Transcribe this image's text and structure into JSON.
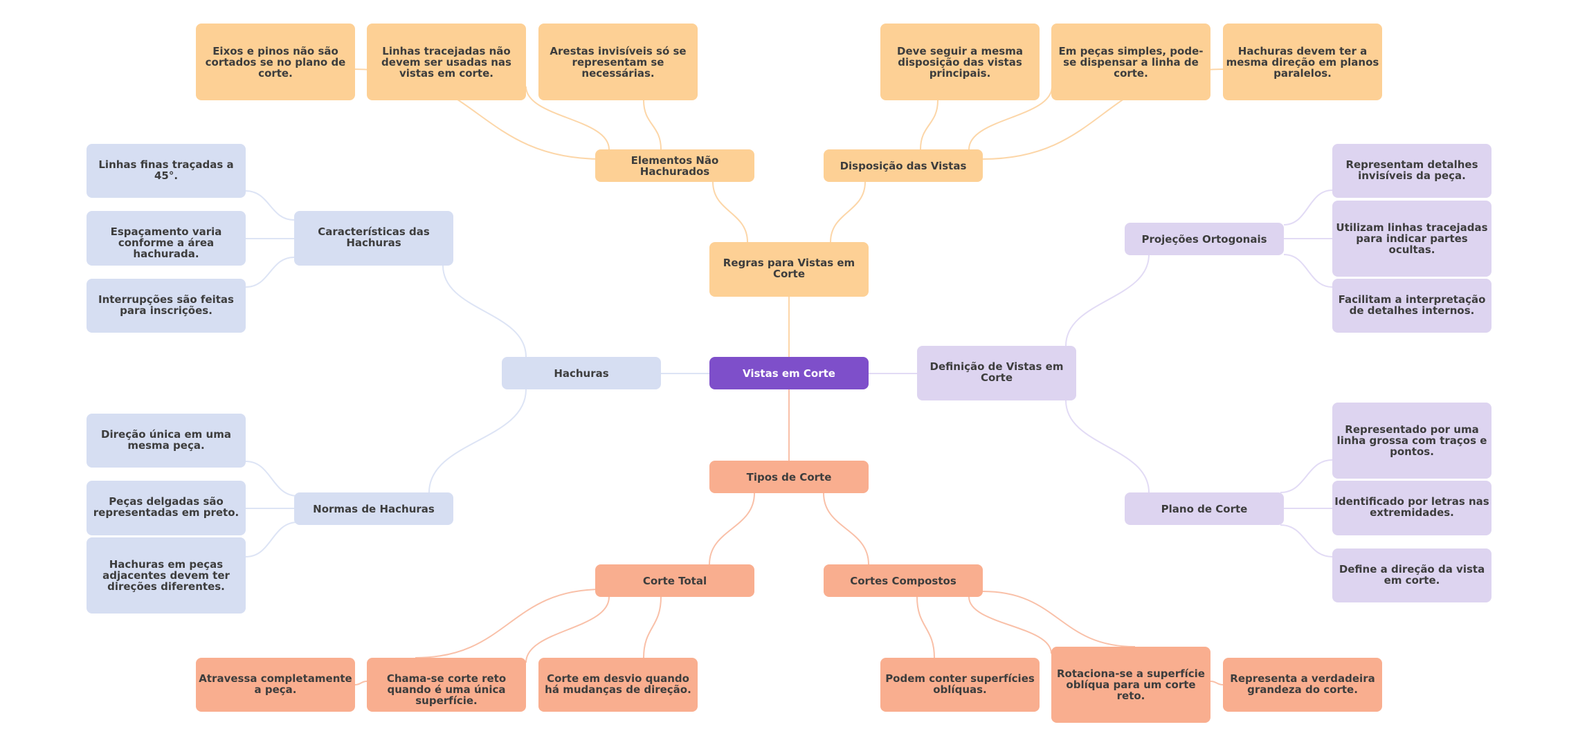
{
  "title": "Vistas em Corte",
  "colors": {
    "root": "#7e4fca",
    "regras": "#fdd095",
    "hachuras": "#d6def2",
    "definicao": "#ddd4f0",
    "tipos": "#f9ae8f",
    "edge_regras": "#fcd6a8",
    "edge_hachuras": "#dde4f5",
    "edge_definicao": "#e2dbf5",
    "edge_tipos": "#f9c0a8",
    "text": "#3d3d3d"
  },
  "root": {
    "label": "Vistas em Corte"
  },
  "branches": {
    "regras": {
      "label": "Regras para Vistas em Corte",
      "children": {
        "elementos": {
          "label": "Elementos Não Hachurados",
          "leaves": [
            "Eixos e pinos não são cortados se no plano de corte.",
            "Linhas tracejadas não devem ser usadas nas vistas em corte.",
            "Arestas invisíveis só se representam se necessárias."
          ]
        },
        "disposicao": {
          "label": "Disposição das Vistas",
          "leaves": [
            "Deve seguir a mesma disposição das vistas principais.",
            "Em peças simples, pode-se dispensar a linha de corte.",
            "Hachuras devem ter a mesma direção em planos paralelos."
          ]
        }
      }
    },
    "hachuras": {
      "label": "Hachuras",
      "children": {
        "caracteristicas": {
          "label": "Características das Hachuras",
          "leaves": [
            "Linhas finas traçadas a 45°.",
            "Espaçamento varia conforme a área hachurada.",
            "Interrupções são feitas para inscrições."
          ]
        },
        "normas": {
          "label": "Normas de Hachuras",
          "leaves": [
            "Direção única em uma mesma peça.",
            "Peças delgadas são representadas em preto.",
            "Hachuras em peças adjacentes devem ter direções diferentes."
          ]
        }
      }
    },
    "definicao": {
      "label": "Definição de Vistas em Corte",
      "children": {
        "projecoes": {
          "label": "Projeções Ortogonais",
          "leaves": [
            "Representam detalhes invisíveis da peça.",
            "Utilizam linhas tracejadas para indicar partes ocultas.",
            "Facilitam a interpretação de detalhes internos."
          ]
        },
        "plano": {
          "label": "Plano de Corte",
          "leaves": [
            "Representado por uma linha grossa com traços e pontos.",
            "Identificado por letras nas extremidades.",
            "Define a direção da vista em corte."
          ]
        }
      }
    },
    "tipos": {
      "label": "Tipos de Corte",
      "children": {
        "total": {
          "label": "Corte Total",
          "leaves": [
            "Atravessa completamente a peça.",
            "Chama-se corte reto quando é uma única superfície.",
            "Corte em desvio quando há mudanças de direção."
          ]
        },
        "compostos": {
          "label": "Cortes Compostos",
          "leaves": [
            "Podem conter superfícies oblíquas.",
            "Rotaciona-se a superfície oblíqua para um corte reto.",
            "Representa a verdadeira grandeza do corte."
          ]
        }
      }
    }
  }
}
